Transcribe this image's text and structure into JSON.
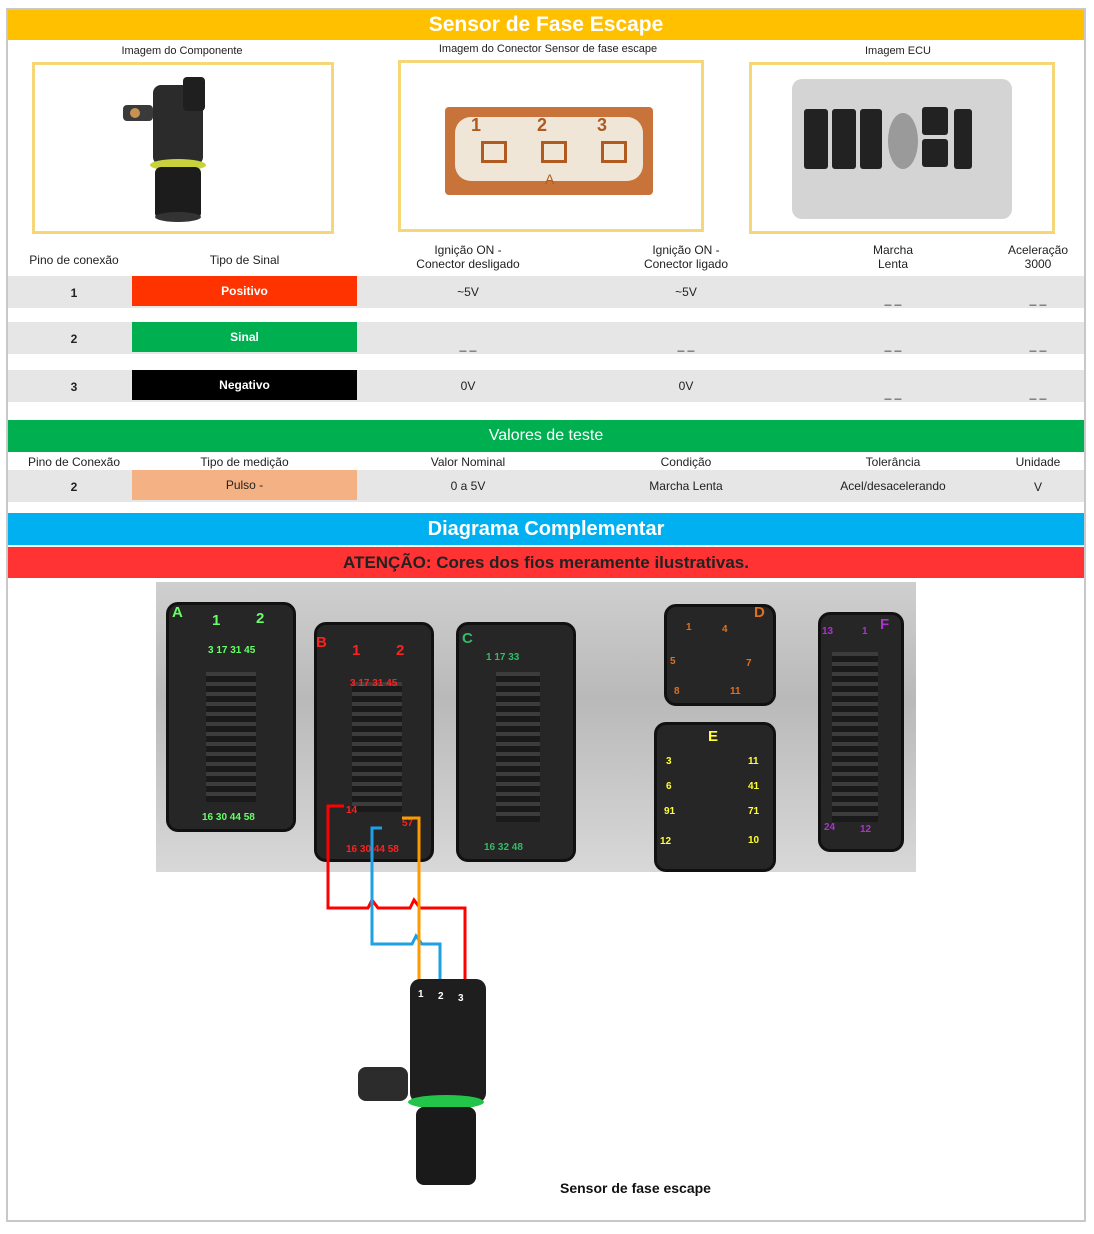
{
  "title": "Sensor de Fase Escape",
  "images": {
    "component_label": "Imagem do Componente",
    "connector_label": "Imagem do Conector Sensor de fase escape",
    "ecu_label": "Imagem ECU",
    "connector_pins": [
      "1",
      "2",
      "3"
    ],
    "connector_letter": "A"
  },
  "signal_table": {
    "headers": [
      "Pino de conexão",
      "Tipo de Sinal",
      "Ignição ON -\nConector desligado",
      "Ignição ON -\nConector ligado",
      "Marcha\nLenta",
      "Aceleração\n3000"
    ],
    "rows": [
      {
        "pin": "1",
        "signal": "Positivo",
        "color": "#ff3300",
        "ign_off": "~5V",
        "ign_on": "~5V",
        "idle": "_ _",
        "accel": "_ _"
      },
      {
        "pin": "2",
        "signal": "Sinal",
        "color": "#00b050",
        "ign_off": "_ _",
        "ign_on": "_ _",
        "idle": "_ _",
        "accel": "_ _"
      },
      {
        "pin": "3",
        "signal": "Negativo",
        "color": "#000000",
        "ign_off": "0V",
        "ign_on": "0V",
        "idle": "_ _",
        "accel": "_ _"
      }
    ]
  },
  "test_values": {
    "title": "Valores de teste",
    "headers": [
      "Pino de Conexão",
      "Tipo de medição",
      "Valor Nominal",
      "Condição",
      "Tolerância",
      "Unidade"
    ],
    "row": {
      "pin": "2",
      "type": "Pulso -",
      "type_color": "#f4b183",
      "nominal": "0 a 5V",
      "condition": "Marcha Lenta",
      "tolerance": "Acel/desacelerando",
      "unit": "V"
    }
  },
  "diagram": {
    "title": "Diagrama Complementar",
    "warning": "ATENÇÃO: Cores dos fios meramente ilustrativas.",
    "caption": "Sensor de fase escape",
    "sensor_pins": [
      "1",
      "2",
      "3"
    ],
    "connectors": {
      "A": {
        "letter": "A",
        "groups": [
          "1",
          "2"
        ],
        "top": "3 17 31 45",
        "bottom": "16 30 44 58",
        "color": "#66ff66"
      },
      "B": {
        "letter": "B",
        "groups": [
          "1",
          "2"
        ],
        "top": "3 17 31 45",
        "bottom": "16 30 44 58",
        "mid_left": "14",
        "mid_right": "57",
        "color": "#ff2020"
      },
      "C": {
        "letter": "C",
        "top": "1 17 33",
        "bottom": "16 32 48",
        "color": "#33bb66"
      },
      "D": {
        "letter": "D",
        "pins": [
          "1",
          "4",
          "5",
          "7",
          "8",
          "11"
        ],
        "color": "#e07020"
      },
      "E": {
        "letter": "E",
        "left": [
          "3",
          "6",
          "91",
          "12"
        ],
        "right": [
          "11",
          "41",
          "71",
          "10"
        ],
        "color": "#ffff33"
      },
      "F": {
        "letter": "F",
        "pins": [
          "13",
          "1",
          "24",
          "12"
        ],
        "color": "#aa33cc"
      }
    },
    "wire_colors": {
      "red": "#ff0000",
      "blue": "#1ea0e6",
      "orange": "#ff9900"
    }
  }
}
